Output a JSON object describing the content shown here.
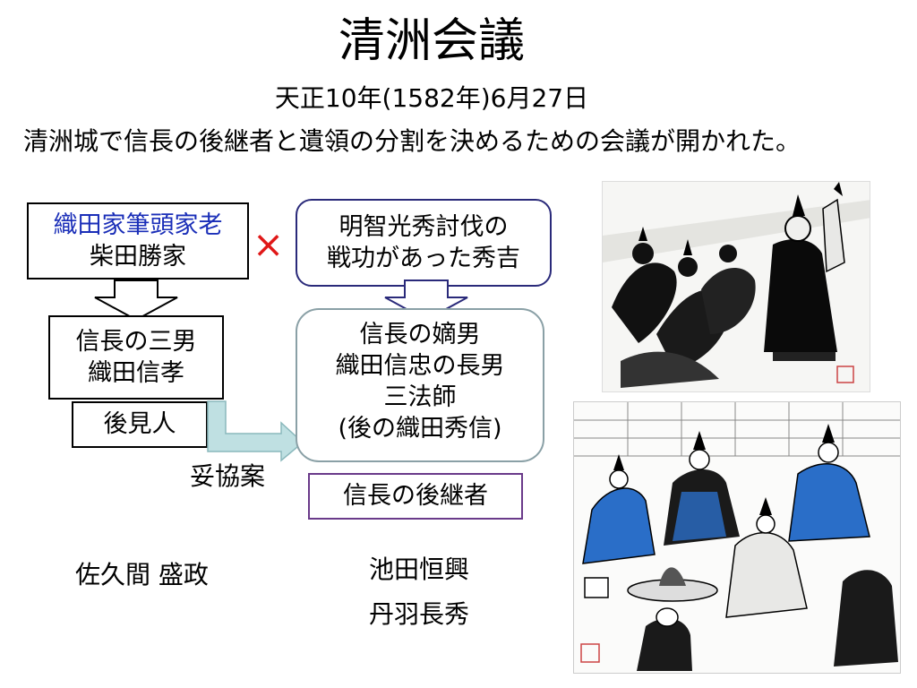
{
  "slide": {
    "title": "清洲会議",
    "date": "天正10年(1582年)6月27日",
    "description": "清洲城で信長の後継者と遺領の分割を決めるための会議が開かれた。"
  },
  "diagram": {
    "shibata_box": {
      "line1": "織田家筆頭家老",
      "line2": "柴田勝家"
    },
    "cross_mark": "×",
    "hideyoshi_box": {
      "line1": "明智光秀討伐の",
      "line2": "戦功があった秀吉"
    },
    "nobutaka_box": {
      "line1": "信長の三男",
      "line2": "織田信孝"
    },
    "guardian_box": "後見人",
    "sanboshi_box": {
      "line1": "信長の嫡男",
      "line2": "織田信忠の長男",
      "line3": "三法師",
      "line4": "(後の織田秀信)"
    },
    "compromise_label": "妥協案",
    "successor_box": "信長の後継者",
    "sakuma_label": "佐久間 盛政",
    "ikeda_label": "池田恒興",
    "niwa_label": "丹羽長秀"
  },
  "colors": {
    "accent_blue": "#1a2eb8",
    "cross_red": "#e01818",
    "navy_border": "#2a2a7a",
    "grey_border": "#8aa0a6",
    "purple_border": "#6a3a8a",
    "teal_arrow": "#bfe0e2",
    "ink_blue": "#2a6ec8"
  }
}
